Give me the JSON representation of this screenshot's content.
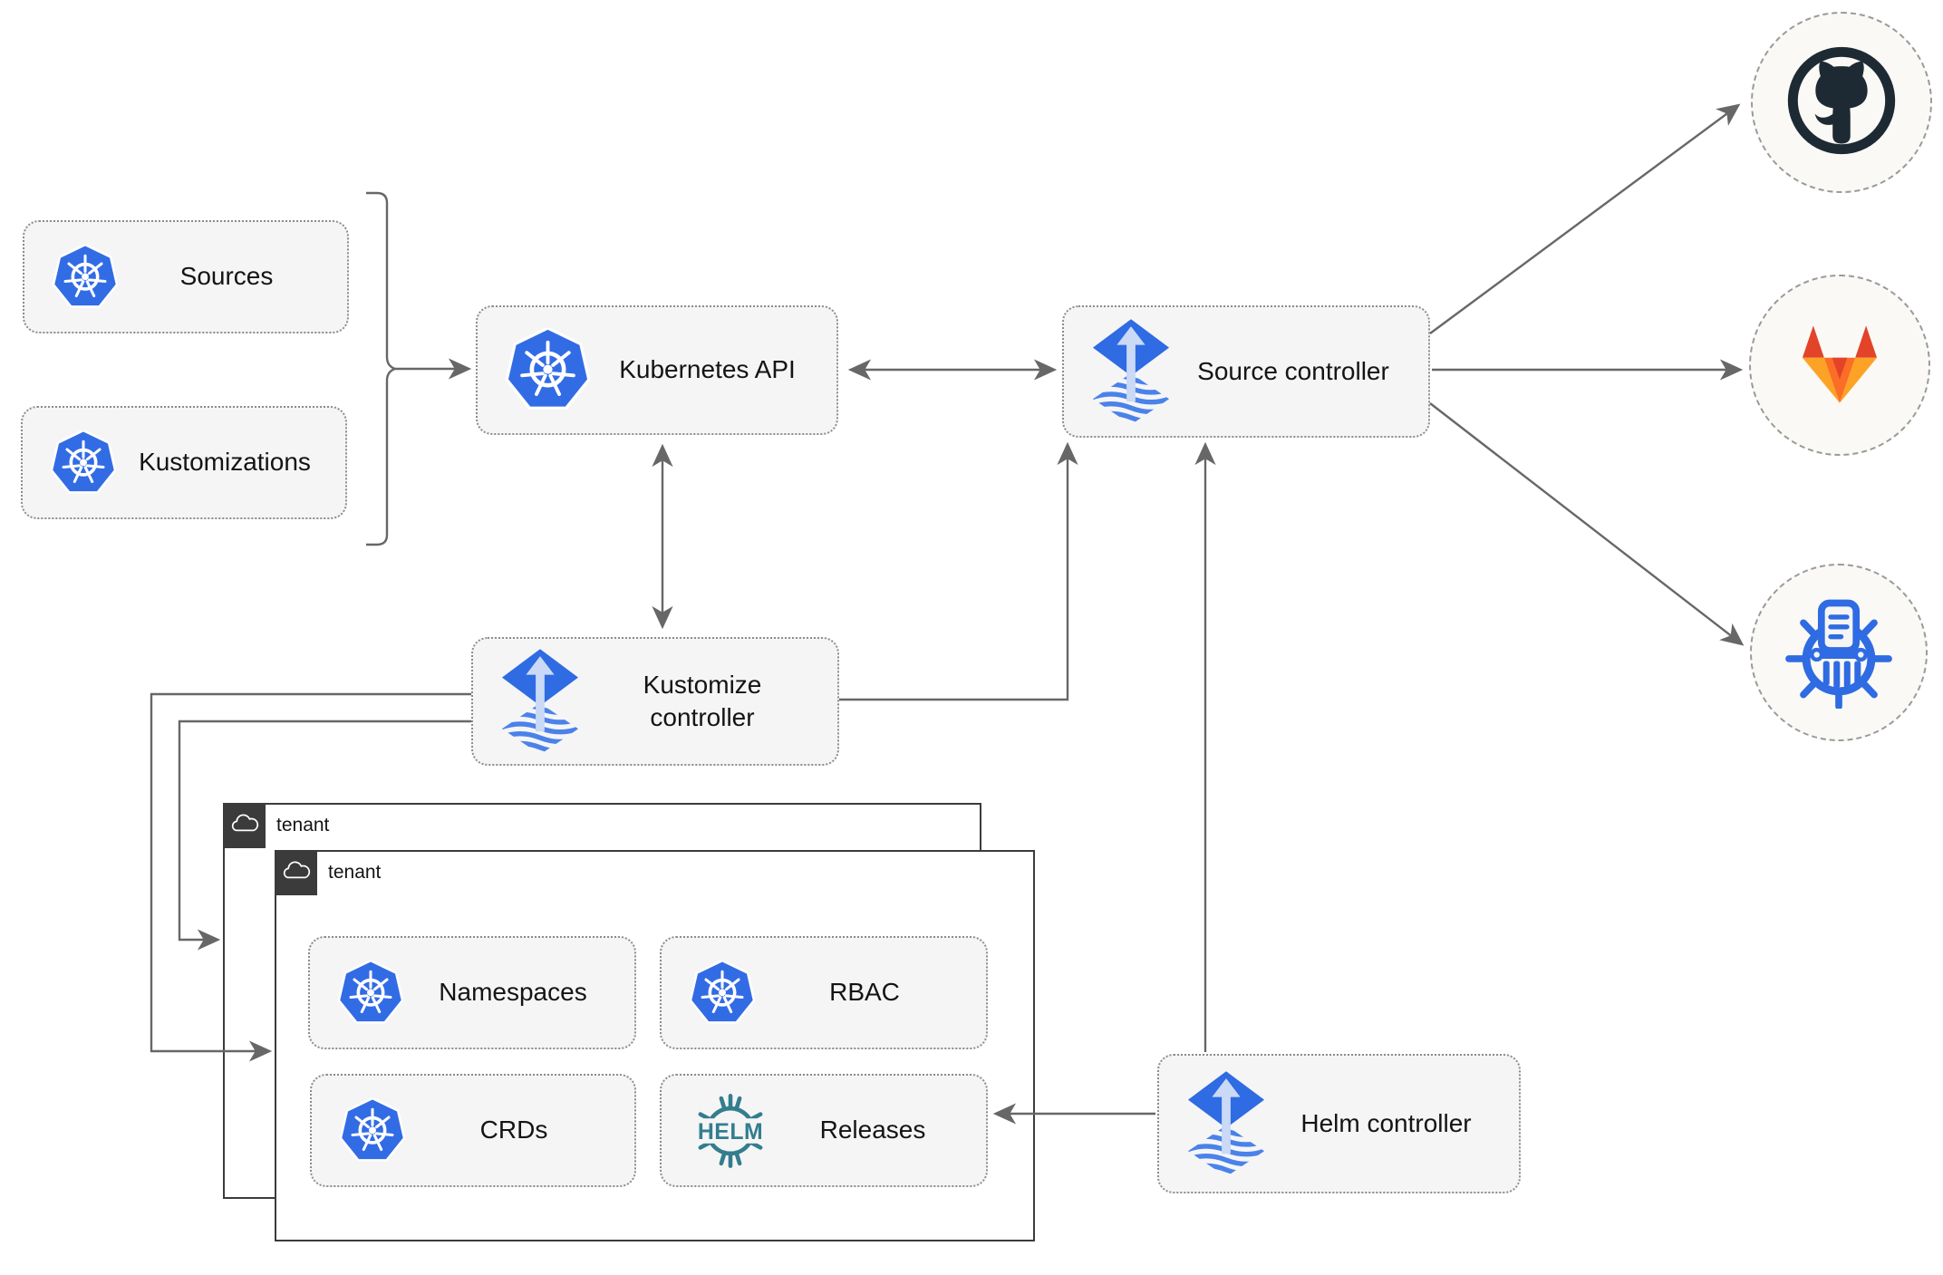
{
  "nodes": {
    "sources": {
      "label": "Sources",
      "icon": "kubernetes-icon"
    },
    "kustomizations": {
      "label": "Kustomizations",
      "icon": "kubernetes-icon"
    },
    "kubernetes_api": {
      "label": "Kubernetes API",
      "icon": "kubernetes-icon"
    },
    "source_controller": {
      "label": "Source controller",
      "icon": "flux-icon"
    },
    "kustomize_controller": {
      "label": "Kustomize controller",
      "icon": "flux-icon"
    },
    "helm_controller": {
      "label": "Helm controller",
      "icon": "flux-icon"
    },
    "namespaces": {
      "label": "Namespaces",
      "icon": "kubernetes-icon"
    },
    "rbac": {
      "label": "RBAC",
      "icon": "kubernetes-icon"
    },
    "crds": {
      "label": "CRDs",
      "icon": "kubernetes-icon"
    },
    "releases": {
      "label": "Releases",
      "icon": "helm-icon"
    }
  },
  "groups": {
    "tenant_outer": {
      "label": "tenant",
      "icon": "cloud-icon"
    },
    "tenant_inner": {
      "label": "tenant",
      "icon": "cloud-icon"
    }
  },
  "external": {
    "github": {
      "icon": "github-icon"
    },
    "gitlab": {
      "icon": "gitlab-icon"
    },
    "chartmuseum": {
      "icon": "chartmuseum-icon"
    }
  },
  "icons": {
    "helm_wordmark": "HELM"
  },
  "edges": [
    {
      "from": "sources/kustomizations bracket",
      "to": "kubernetes_api",
      "type": "arrow"
    },
    {
      "from": "kubernetes_api",
      "to": "source_controller",
      "type": "double-arrow"
    },
    {
      "from": "kubernetes_api",
      "to": "kustomize_controller",
      "type": "double-arrow"
    },
    {
      "from": "kustomize_controller",
      "to": "source_controller",
      "type": "arrow"
    },
    {
      "from": "kustomize_controller",
      "to": "tenant_outer",
      "type": "arrow"
    },
    {
      "from": "kustomize_controller",
      "to": "tenant_inner",
      "type": "arrow"
    },
    {
      "from": "helm_controller",
      "to": "source_controller",
      "type": "arrow"
    },
    {
      "from": "helm_controller",
      "to": "releases",
      "type": "arrow"
    },
    {
      "from": "source_controller",
      "to": "github",
      "type": "arrow"
    },
    {
      "from": "source_controller",
      "to": "gitlab",
      "type": "arrow"
    },
    {
      "from": "source_controller",
      "to": "chartmuseum",
      "type": "arrow"
    }
  ],
  "colors": {
    "kubernetes_blue": "#326ce5",
    "flux_blue": "#2f6be2",
    "flux_arrow_light": "#c9d9f6",
    "helm_teal": "#337d8e",
    "chartmuseum_blue": "#2f6be2",
    "github_dark": "#1e2a33",
    "gitlab_dark_orange": "#e24329",
    "gitlab_orange": "#fc6d26",
    "gitlab_light_orange": "#fca326",
    "edge_gray": "#676767",
    "node_fill": "#f5f5f5",
    "tenant_border": "#3b3b3b"
  }
}
